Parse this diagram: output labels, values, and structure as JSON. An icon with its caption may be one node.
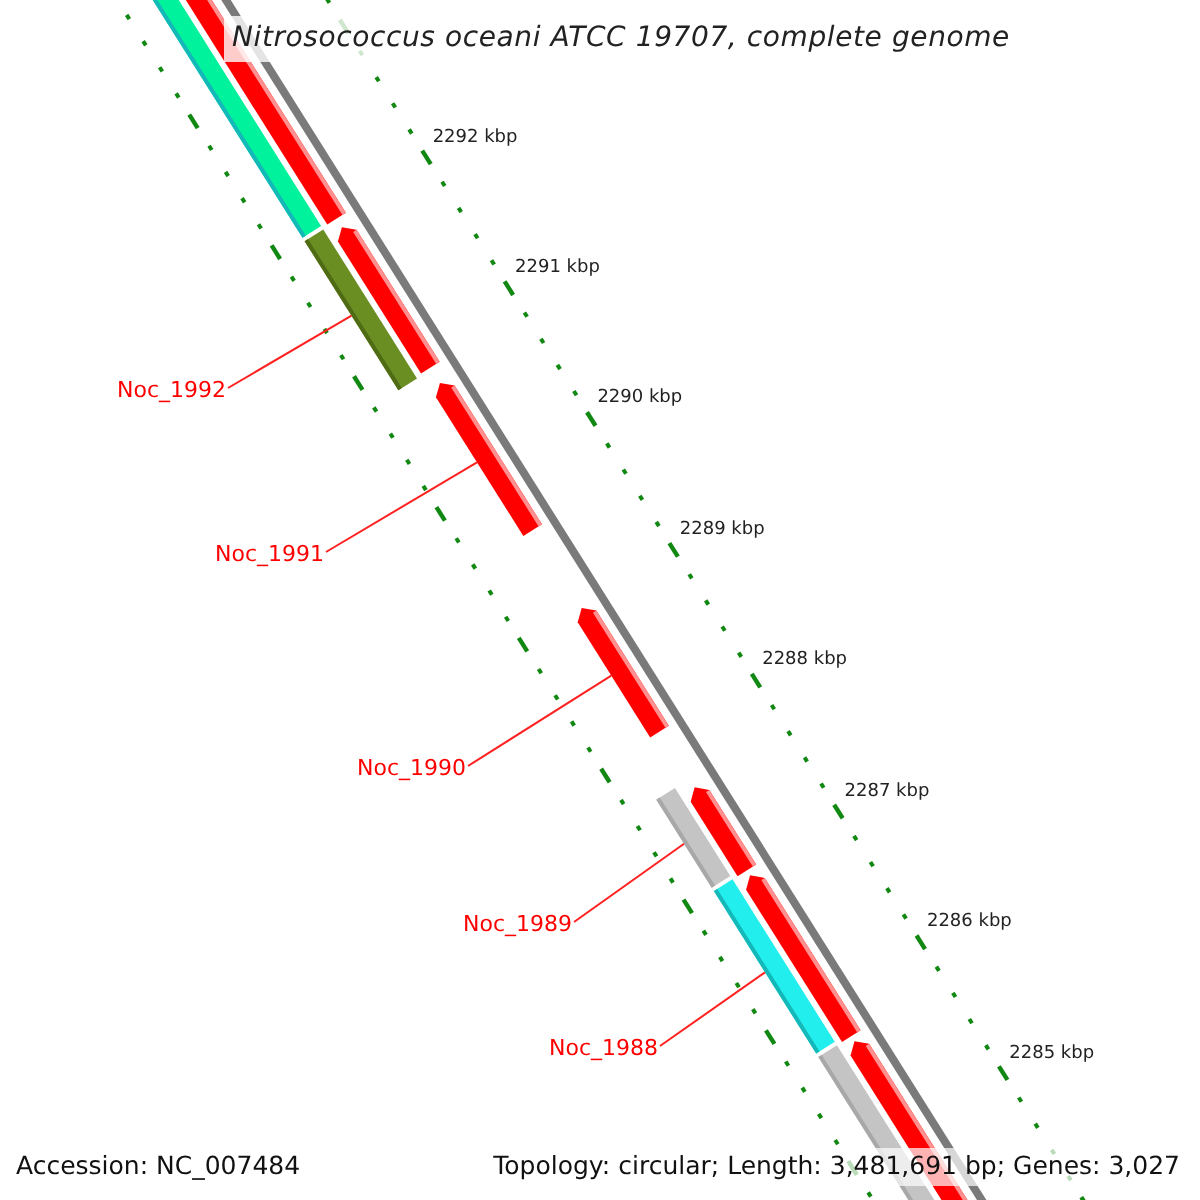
{
  "diagram": {
    "title": "Nitrosococcus oceani ATCC 19707, complete genome",
    "nodes": [
      {
        "text": [
          "Noc_1992"
        ]
      },
      {
        "text": [
          "Noc_1991"
        ]
      },
      {
        "text": [
          "Noc_1990"
        ]
      },
      {
        "text": [
          "Noc_1989"
        ]
      },
      {
        "text": [
          "Noc_1988"
        ]
      },
      {
        "text": [],
        "shape": "bar"
      },
      {
        "text": [],
        "shape": "bar"
      },
      {
        "text": [],
        "shape": "bar"
      },
      {
        "text": [],
        "shape": "bar"
      },
      {
        "text": [],
        "shape": "bar"
      }
    ],
    "edges": [
      {
        "from": 0,
        "to": 5,
        "arrow": "none"
      },
      {
        "from": 1,
        "to": 6,
        "arrow": "none"
      },
      {
        "from": 2,
        "to": 7,
        "arrow": "none"
      },
      {
        "from": 3,
        "to": 8,
        "arrow": "none"
      },
      {
        "from": 4,
        "to": 9,
        "arrow": "none"
      }
    ],
    "labels": [
      "2292 kbp",
      "2291 kbp",
      "2290 kbp",
      "2289 kbp",
      "2288 kbp",
      "2287 kbp",
      "2286 kbp",
      "2285 kbp",
      "Accession: NC_007484",
      "Topology: circular; Length: 3,481,691 bp; Genes: 3,027"
    ]
  }
}
